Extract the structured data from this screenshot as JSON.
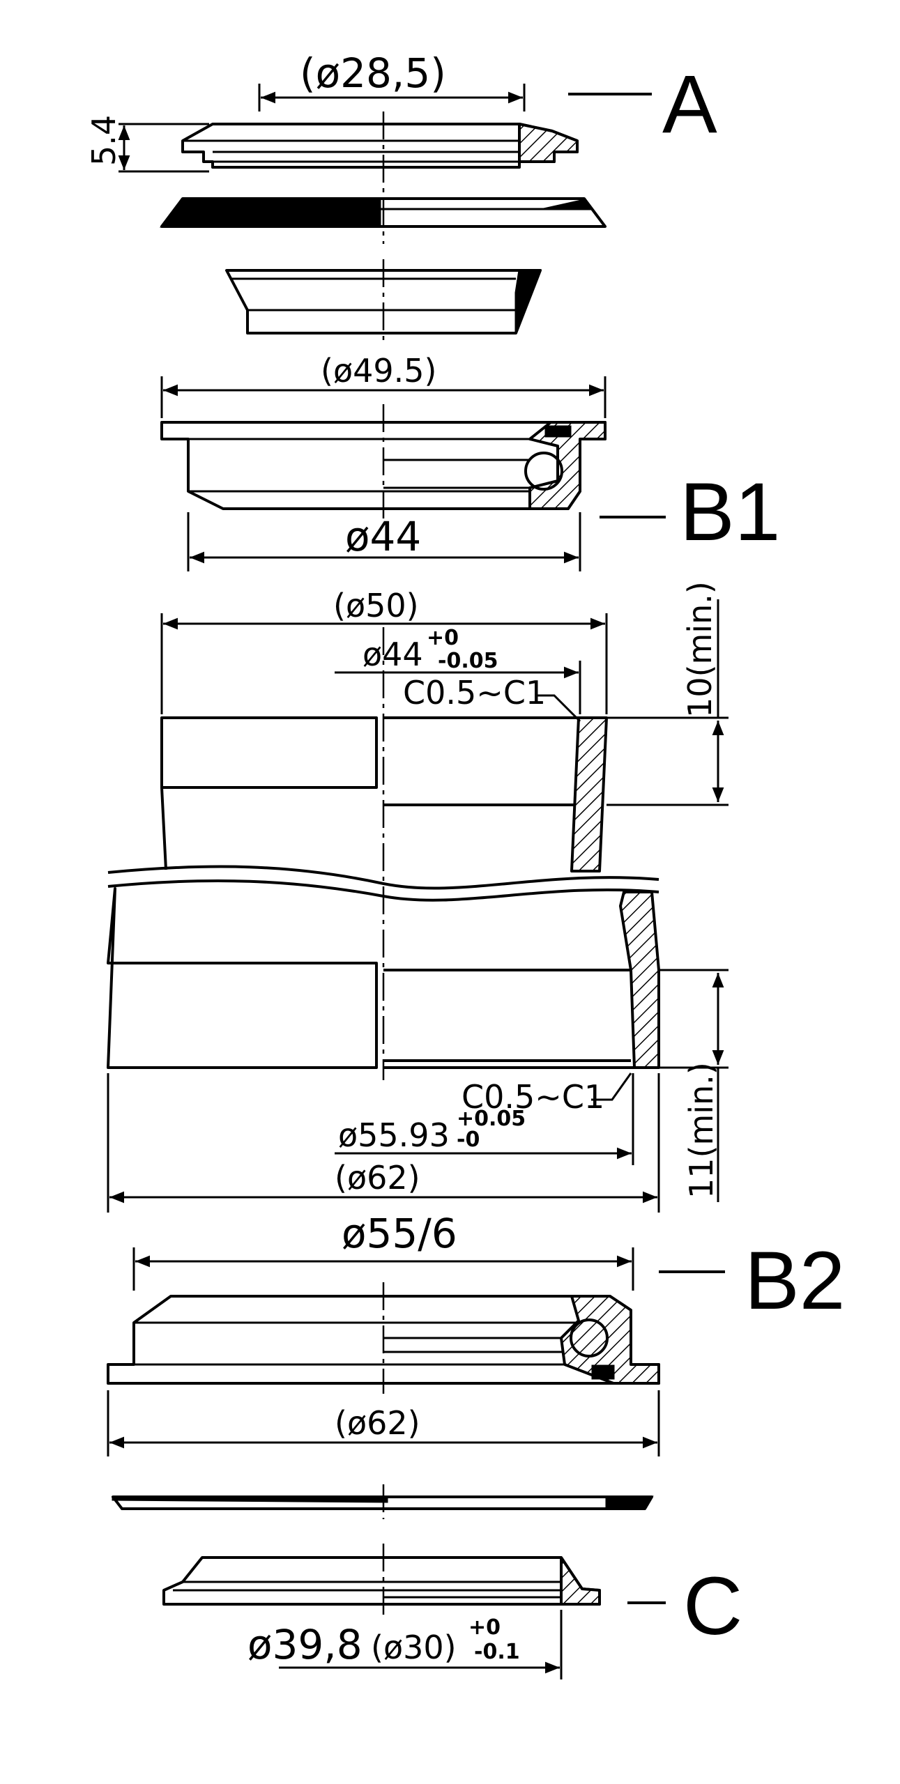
{
  "parts": {
    "a": "A",
    "b1": "B1",
    "b2": "B2",
    "c": "C"
  },
  "dims": {
    "top_bore": "(ø28,5)",
    "top_height": "5.4",
    "b1_flange": "(ø49.5)",
    "b1_od": "ø44",
    "head_top_od": "(ø50)",
    "head_top_bore": "ø44",
    "head_top_tol_upper": "+0",
    "head_top_tol_lower": "-0.05",
    "chamfer_top": "C0.5~C1",
    "depth_top": "10(min.)",
    "chamfer_bottom": "C0.5~C1",
    "head_bottom_bore": "ø55.93",
    "head_bottom_tol_upper": "+0.05",
    "head_bottom_tol_lower": "-0",
    "head_bottom_od": "(ø62)",
    "depth_bottom": "11(min.)",
    "b2_bore": "ø55/6",
    "b2_flange": "(ø62)",
    "c_od": "ø39,8",
    "c_bore": "(ø30)",
    "c_tol_upper": "+0",
    "c_tol_lower": "-0.1"
  }
}
